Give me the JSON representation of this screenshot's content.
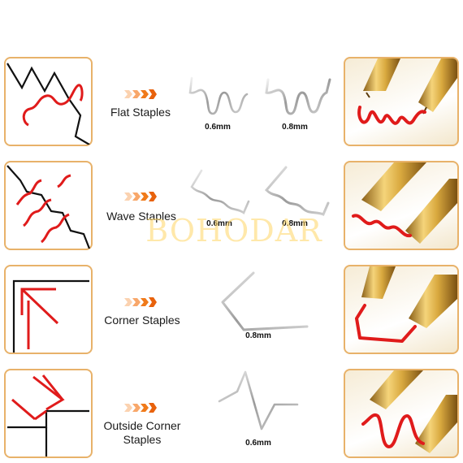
{
  "watermark": "BOHODAR",
  "colors": {
    "accent_border": "#e8b26a",
    "staple_red": "#e01b1b",
    "arrow_orange": "#f07a1a",
    "brass": "#d9a93f"
  },
  "rows": [
    {
      "label": "Flat Staples",
      "sizes": [
        "0.6mm",
        "0.8mm"
      ]
    },
    {
      "label": "Wave Staples",
      "sizes": [
        "0.6mm",
        "0.8mm"
      ]
    },
    {
      "label": "Corner Staples",
      "sizes": [
        "0.8mm"
      ]
    },
    {
      "label_line1": "Outside Corner",
      "label_line2": "Staples",
      "sizes": [
        "0.6mm"
      ]
    }
  ]
}
